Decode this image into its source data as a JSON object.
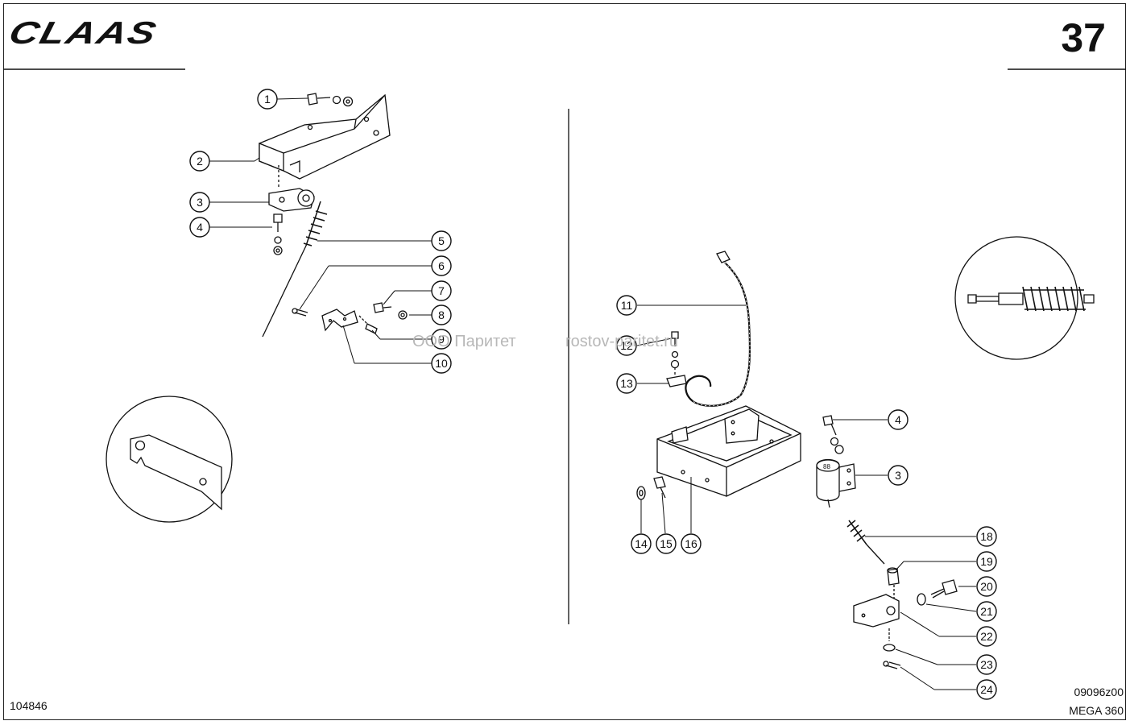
{
  "header": {
    "brand": "CLAAS",
    "page_number": "37"
  },
  "footer": {
    "left_code": "104846",
    "right_code": "09096z00",
    "model": "MEGA 360"
  },
  "watermark": {
    "company": "ООО Паритет",
    "site": "rostov-paritet.ru"
  },
  "callouts": {
    "c1": "1",
    "c2": "2",
    "c3": "3",
    "c4": "4",
    "c5": "5",
    "c6": "6",
    "c7": "7",
    "c8": "8",
    "c9": "9",
    "c10": "10",
    "c11": "11",
    "c12": "12",
    "c13": "13",
    "c4b": "4",
    "c3b": "3",
    "c14": "14",
    "c15": "15",
    "c16": "16",
    "c18": "18",
    "c19": "19",
    "c20": "20",
    "c21": "21",
    "c22": "22",
    "c23": "23",
    "c24": "24"
  }
}
